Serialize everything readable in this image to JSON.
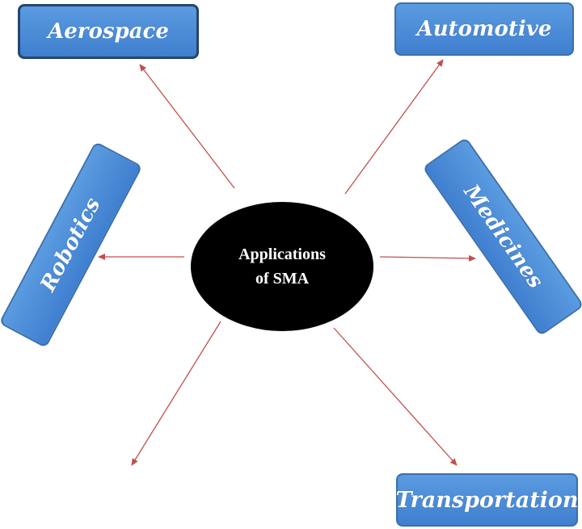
{
  "diagram": {
    "center": {
      "line1": "Applications",
      "line2": "of SMA"
    },
    "nodes": {
      "aerospace": "Aerospace",
      "automotive": "Automotive",
      "robotics": "Robotics",
      "medicines": "Medicines",
      "transportation": "Transportation"
    },
    "colors": {
      "box_fill": "#4a8ad8",
      "box_border": "#3a6fad",
      "arrow": "#c0504d",
      "center_fill": "#000000"
    }
  }
}
